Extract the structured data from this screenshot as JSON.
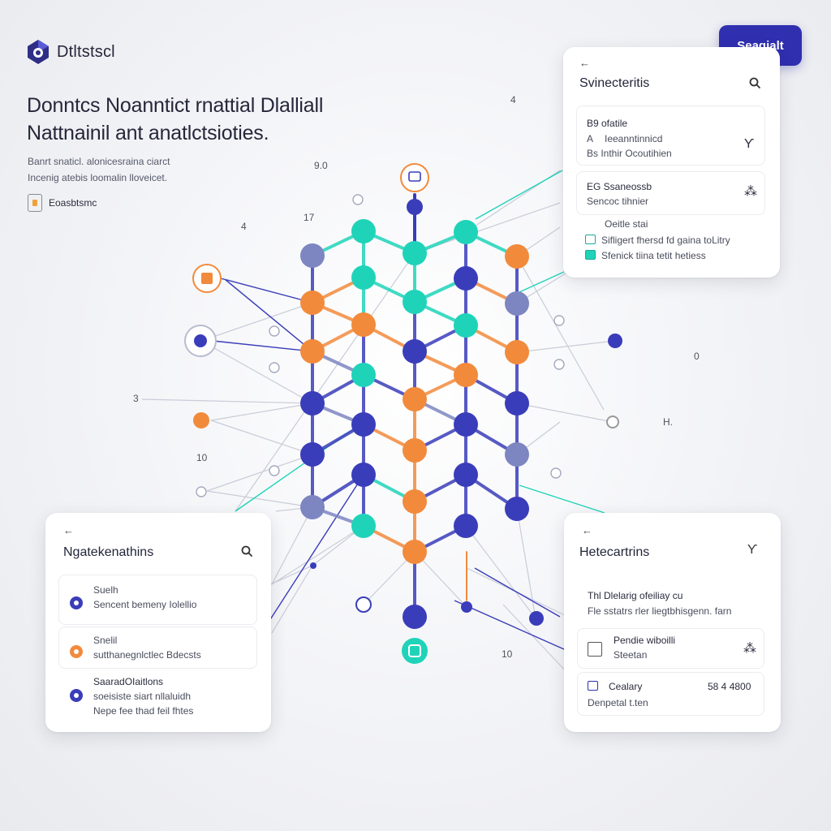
{
  "app": {
    "logo_text": "Dtltstscl"
  },
  "header": {
    "cta_label": "Seagialt"
  },
  "hero": {
    "headline_line1": "Donntcs Noanntict rnattial Dlalliall",
    "headline_line2": "Nattnainil ant anatlctsioties.",
    "subtext_line1": "Banrt snaticl. alonicesraina ciarct",
    "subtext_line2": "Incenig atebis loomalin lloveicet.",
    "tag_label": "Eoasbtsmc"
  },
  "labels": {
    "n_4a": "4",
    "n_90": "9.0",
    "n_4b": "4",
    "n_17": "17",
    "n_0": "0",
    "n_3": "3",
    "n_h": "H.",
    "n_10a": "10",
    "n_10b": "10"
  },
  "colors": {
    "indigo": "#3a3db9",
    "orange": "#f28a3c",
    "teal": "#1fd3b9",
    "slate": "#7d86c1",
    "accent": "#2f2fb0"
  },
  "top_panel": {
    "back": "←",
    "title": "Svinecteritis",
    "action_icon": "search-icon",
    "cards": [
      {
        "line1": "B9 ofatile",
        "line2": "Ieeanntinnicd",
        "line3": "Bs Inthir Ocoutihien",
        "glyph1": "A",
        "action": "Ƴ"
      },
      {
        "line1": "EG Ssaneossb",
        "line2": "Sencoc tihnier",
        "action": "⁂"
      },
      {
        "line1": "Oeitle stai",
        "line2": "Sifligert fhersd fd gaina toLitry",
        "line3": "Sfenick tiina tetit hetiess"
      }
    ]
  },
  "left_panel": {
    "back": "←",
    "title": "Ngatekenathins",
    "action_icon": "search-icon",
    "items": [
      {
        "title": "Suelh",
        "desc": "Sencent bemeny Iolellio",
        "color": "#3a3db9"
      },
      {
        "title": "Snelil",
        "desc": "sutthanegnlctlec Bdecsts",
        "color": "#f28a3c"
      },
      {
        "title": "SaaradOIaitlons",
        "desc": "soeisiste siart nllaluidh",
        "desc2": "Nepe fee thad feil fhtes",
        "color": "#3a3db9"
      }
    ]
  },
  "right_panel": {
    "back": "←",
    "title": "Hetecartrins",
    "action": "Ƴ",
    "cards": [
      {
        "line1": "Thl Dlelarig ofeiliay cu",
        "line2": "Fle sstatrs rler liegtbhisgenn. farn"
      },
      {
        "line1": "Pendie wiboilli",
        "line2": "Steetan",
        "action": "⁂"
      },
      {
        "line1": "Cealary",
        "value": "58 4 4800",
        "line2": "Denpetal t.ten"
      }
    ]
  }
}
